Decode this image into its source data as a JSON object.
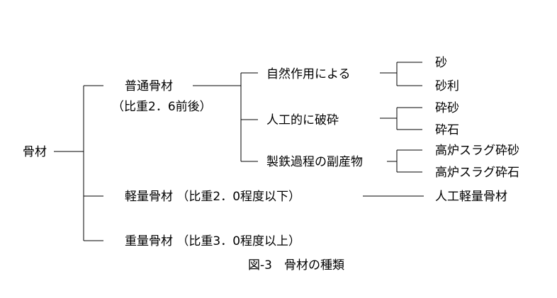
{
  "root": {
    "label": "骨材"
  },
  "branches": {
    "normal": {
      "label": "普通骨材",
      "sublabel": "（比重2．6前後）",
      "children": {
        "natural": {
          "label": "自然作用による",
          "items": [
            "砂",
            "砂利"
          ]
        },
        "crushed": {
          "label": "人工的に破砕",
          "items": [
            "砕砂",
            "砕石"
          ]
        },
        "byproduct": {
          "label": "製鉄過程の副産物",
          "items": [
            "高炉スラグ砕砂",
            "高炉スラグ砕石"
          ]
        }
      }
    },
    "light": {
      "label": "軽量骨材 （比重2．0程度以下）",
      "item": "人工軽量骨材"
    },
    "heavy": {
      "label": "重量骨材 （比重3．0程度以上）"
    }
  },
  "caption": "図-3　骨材の種類"
}
